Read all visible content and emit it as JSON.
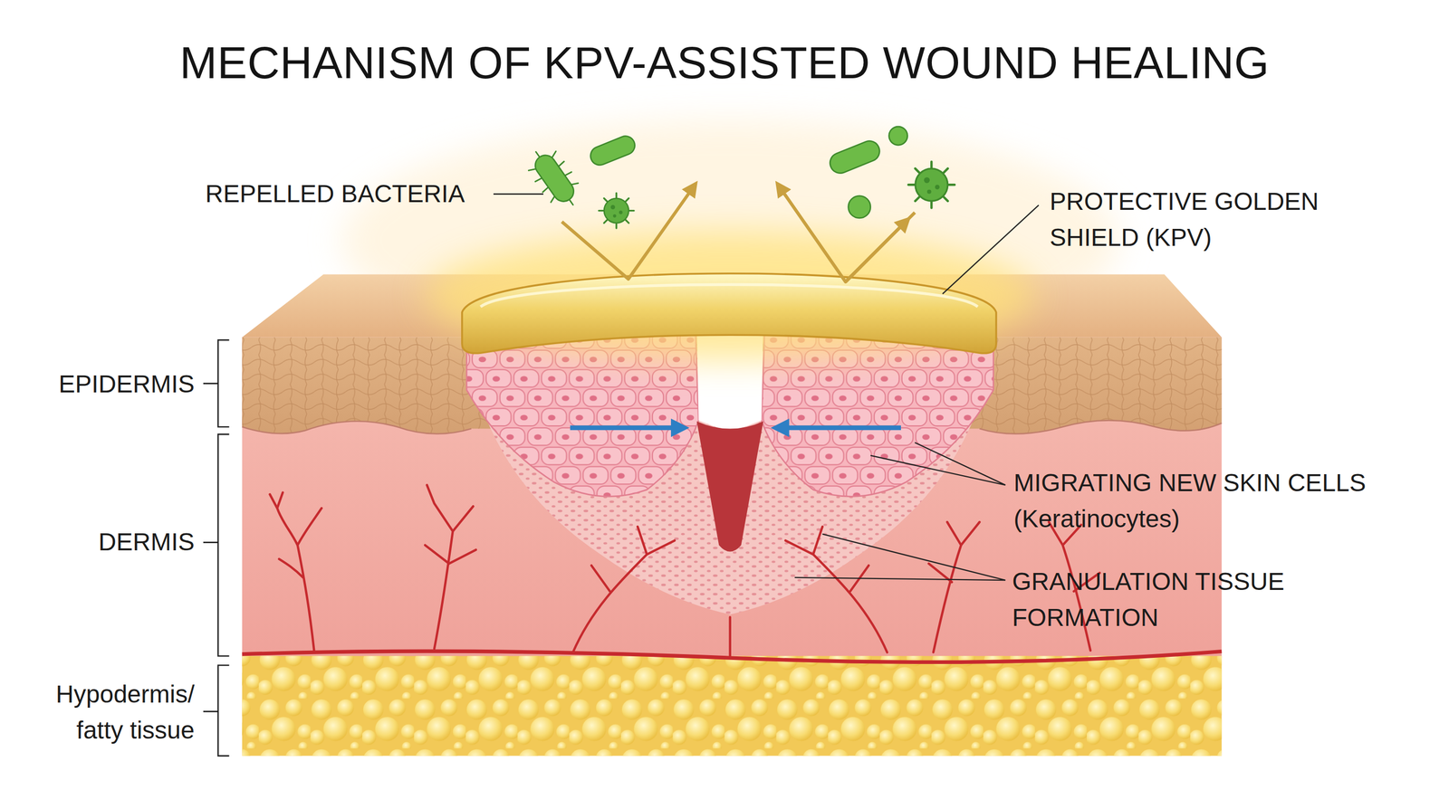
{
  "diagram": {
    "title": "MECHANISM OF KPV-ASSISTED WOUND HEALING",
    "labels": [
      "REPELLED BACTERIA",
      "PROTECTIVE GOLDEN SHIELD (KPV)",
      "EPIDERMIS",
      "DERMIS",
      "Hypodermis/ fatty tissue",
      "MIGRATING NEW SKIN CELLS (Keratinocytes)",
      "GRANULATION TISSUE FORMATION"
    ]
  }
}
